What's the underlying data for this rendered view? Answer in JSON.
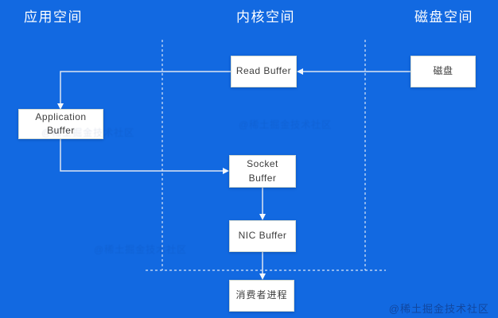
{
  "diagram": {
    "columns": [
      {
        "id": "application-space",
        "label": "应用空间"
      },
      {
        "id": "kernel-space",
        "label": "内核空间"
      },
      {
        "id": "disk-space",
        "label": "磁盘空间"
      }
    ],
    "nodes": [
      {
        "id": "read-buffer",
        "label": "Read Buffer",
        "column": "kernel-space"
      },
      {
        "id": "disk",
        "label": "磁盘",
        "column": "disk-space"
      },
      {
        "id": "application-buffer",
        "label": "Application Buffer",
        "column": "application-space"
      },
      {
        "id": "socket-buffer",
        "label": "Socket Buffer",
        "column": "kernel-space"
      },
      {
        "id": "nic-buffer",
        "label": "NIC Buffer",
        "column": "kernel-space"
      },
      {
        "id": "consumer-process",
        "label": "消费者进程",
        "column": "below-boundary"
      }
    ],
    "edges": [
      {
        "from": "disk",
        "to": "read-buffer"
      },
      {
        "from": "read-buffer",
        "to": "application-buffer"
      },
      {
        "from": "application-buffer",
        "to": "socket-buffer"
      },
      {
        "from": "socket-buffer",
        "to": "nic-buffer"
      },
      {
        "from": "nic-buffer",
        "to": "consumer-process"
      }
    ],
    "colors": {
      "background": "#1269e1",
      "node_fill": "#ffffff",
      "node_border": "#d2dad3",
      "node_text": "#3c3c3c",
      "header_text": "#ffffff",
      "connector": "#dde6f2"
    }
  },
  "watermark": {
    "text": "@稀土掘金技术社区"
  }
}
